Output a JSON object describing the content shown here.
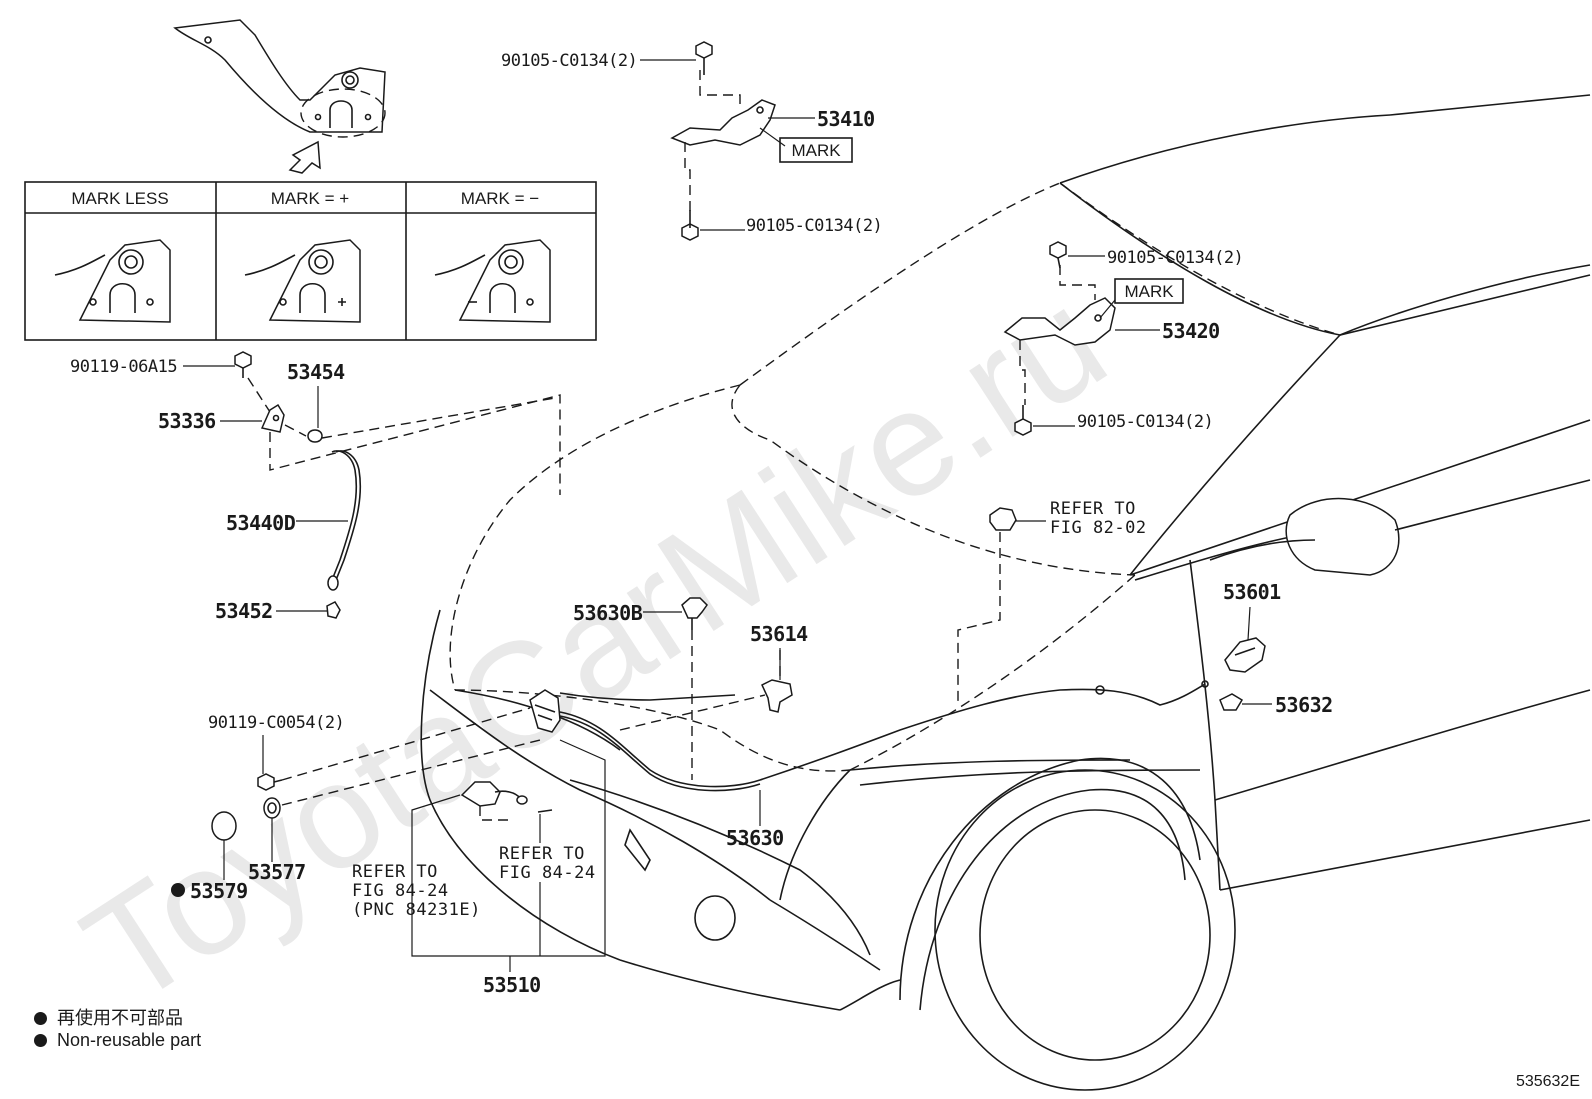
{
  "watermark": "ToyotaCarMike.ru",
  "mark_table": {
    "headers": [
      "MARK LESS",
      "MARK = +",
      "MARK = −"
    ]
  },
  "callouts": {
    "p53410": "53410",
    "p53420": "53420",
    "mark_1": "MARK",
    "mark_2": "MARK",
    "bolt_1": "90105-C0134(2)",
    "bolt_2": "90105-C0134(2)",
    "bolt_3": "90105-C0134(2)",
    "bolt_4": "90105-C0134(2)",
    "p90119_06A15": "90119-06A15",
    "p53454": "53454",
    "p53336": "53336",
    "p53440D": "53440D",
    "p53452": "53452",
    "p53630B": "53630B",
    "p53614": "53614",
    "p53601": "53601",
    "p53632": "53632",
    "p90119_C0054": "90119-C0054(2)",
    "p53577": "53577",
    "p53579": "53579",
    "p53630": "53630",
    "p53510": "53510",
    "ref_82_line1": "REFER TO",
    "ref_82_line2": "FIG 82-02",
    "ref_84a_line1": "REFER TO",
    "ref_84a_line2": "FIG 84-24",
    "ref_84a_line3": "(PNC 84231E)",
    "ref_84b_line1": "REFER TO",
    "ref_84b_line2": "FIG 84-24"
  },
  "legend": {
    "item_jp": "再使用不可部品",
    "item_en": "Non-reusable part"
  },
  "doc_id": "535632E"
}
